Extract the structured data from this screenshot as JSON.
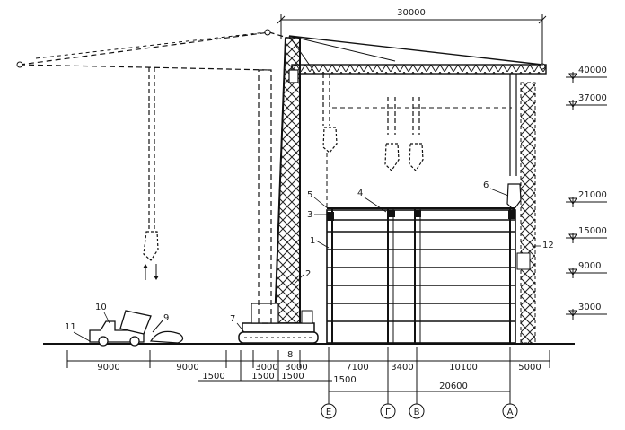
{
  "top_span": "30000",
  "elevations": [
    "40000",
    "37000",
    "21000",
    "15000",
    "9000",
    "3000"
  ],
  "callouts": [
    "1",
    "2",
    "3",
    "4",
    "5",
    "6",
    "7",
    "8",
    "9",
    "10",
    "11",
    "12"
  ],
  "bottom_dims_row1": [
    "9000",
    "9000",
    "3000",
    "3000",
    "7100",
    "3400",
    "10100",
    "5000"
  ],
  "bottom_dims_row2": [
    "1500",
    "1500",
    "1500",
    "1500"
  ],
  "total_width": "20600",
  "axes": [
    "Е",
    "Г",
    "В",
    "А"
  ]
}
